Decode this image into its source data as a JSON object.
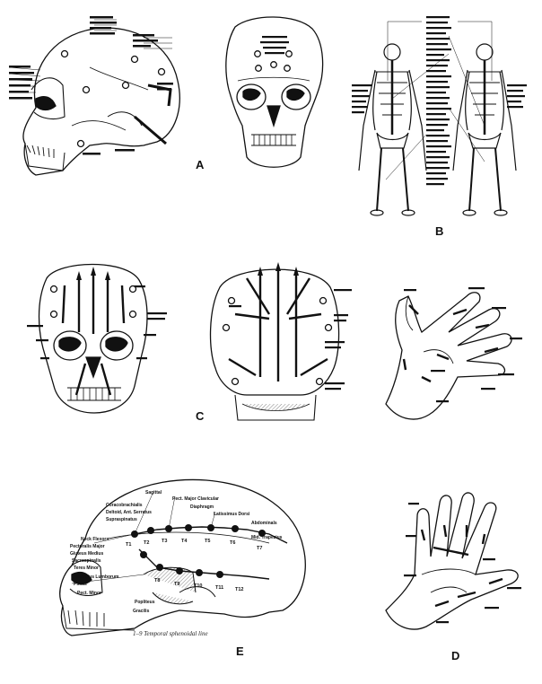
{
  "panels": {
    "a": {
      "letter": "A"
    },
    "b": {
      "letter": "B"
    },
    "c": {
      "letter": "C"
    },
    "d": {
      "letter": "D"
    },
    "e": {
      "letter": "E"
    }
  },
  "figure_e": {
    "caption": "1–9   Temporal sphenoidal line",
    "segment_labels": [
      "T1",
      "T2",
      "T3",
      "T4",
      "T5",
      "T6",
      "T7",
      "T8",
      "T9",
      "T10",
      "T11",
      "T12"
    ],
    "muscle_labels": [
      "Sagittal",
      "Pect. Major Clavicular",
      "Coracobrachialis",
      "Deltoid, Ant. Serratus",
      "Supraspinatus",
      "Diaphragm",
      "Latissimus Dorsi",
      "Abdominals",
      "Mid. Trapezius",
      "Neck Flexors",
      "Pectoralis Major",
      "Gluteus Medius",
      "Sacrospinalis",
      "Teres Minor",
      "Quadratus Lumborum",
      "Psoas",
      "Pect. Minor",
      "Popliteus",
      "Gracilis"
    ]
  }
}
